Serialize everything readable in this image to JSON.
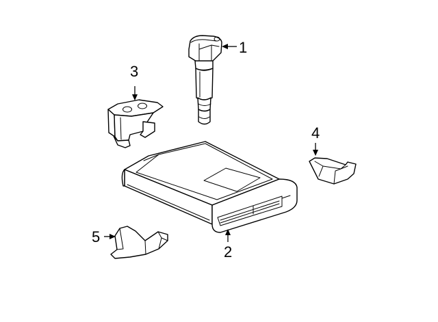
{
  "diagram": {
    "background_color": "#ffffff",
    "line_color": "#000000",
    "callouts": [
      {
        "label": "1",
        "part": "ignition-coil"
      },
      {
        "label": "2",
        "part": "engine-control-module"
      },
      {
        "label": "3",
        "part": "coil-bracket"
      },
      {
        "label": "4",
        "part": "module-bracket-right"
      },
      {
        "label": "5",
        "part": "module-bracket-left"
      }
    ]
  }
}
